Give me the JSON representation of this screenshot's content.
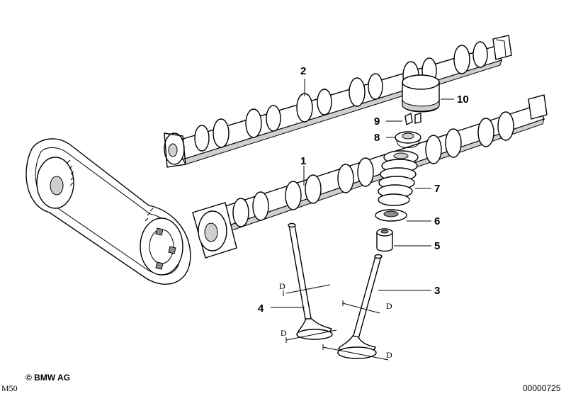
{
  "diagram": {
    "callouts": [
      {
        "id": "1",
        "text": "1",
        "part": "camshaft-exhaust"
      },
      {
        "id": "2",
        "text": "2",
        "part": "camshaft-intake"
      },
      {
        "id": "3",
        "text": "3",
        "part": "intake-valve"
      },
      {
        "id": "4",
        "text": "4",
        "part": "exhaust-valve"
      },
      {
        "id": "5",
        "text": "5",
        "part": "valve-stem-seal"
      },
      {
        "id": "6",
        "text": "6",
        "part": "spring-seat"
      },
      {
        "id": "7",
        "text": "7",
        "part": "valve-spring"
      },
      {
        "id": "8",
        "text": "8",
        "part": "spring-retainer"
      },
      {
        "id": "9",
        "text": "9",
        "part": "valve-keepers"
      },
      {
        "id": "10",
        "text": "10",
        "part": "hydraulic-lifter"
      }
    ],
    "dimension_label": "D",
    "footer": {
      "copyright": "© BMW AG",
      "model": "M50",
      "diagram_number": "00000725"
    }
  }
}
